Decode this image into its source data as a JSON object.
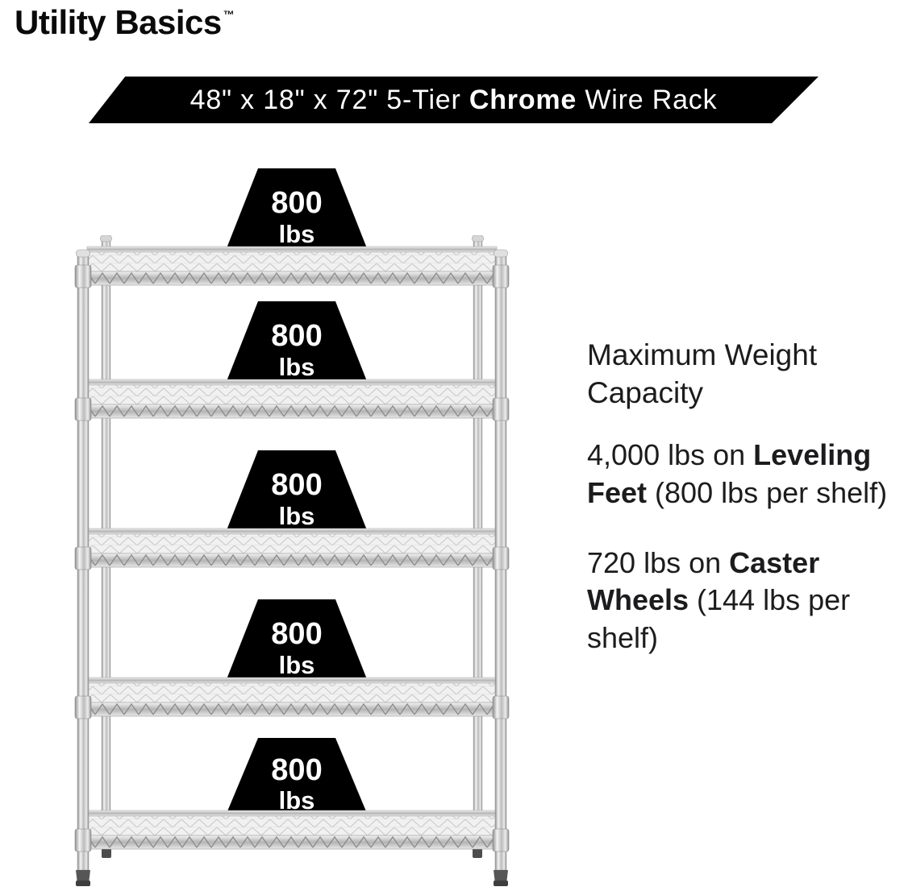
{
  "brand": {
    "name": "Utility Basics",
    "trademark": "™"
  },
  "banner": {
    "text_before": "48\" x 18\" x 72\" 5-Tier ",
    "text_bold": "Chrome",
    "text_after": " Wire Rack"
  },
  "rack": {
    "weight_labels": [
      {
        "value": "800",
        "unit": "lbs"
      },
      {
        "value": "800",
        "unit": "lbs"
      },
      {
        "value": "800",
        "unit": "lbs"
      },
      {
        "value": "800",
        "unit": "lbs"
      },
      {
        "value": "800",
        "unit": "lbs"
      }
    ]
  },
  "info": {
    "heading": "Maximum Weight Capacity",
    "paragraphs": [
      {
        "pre": "4,000 lbs on ",
        "bold": "Leveling Feet",
        "post": " (800 lbs per shelf)"
      },
      {
        "pre": "720 lbs on ",
        "bold": "Caster Wheels",
        "post": " (144 lbs per shelf)"
      }
    ]
  },
  "colors": {
    "background": "#ffffff",
    "banner_bg": "#000000",
    "banner_text": "#ffffff",
    "label_bg": "#000000",
    "label_text": "#ffffff",
    "text": "#1d1d1f"
  }
}
